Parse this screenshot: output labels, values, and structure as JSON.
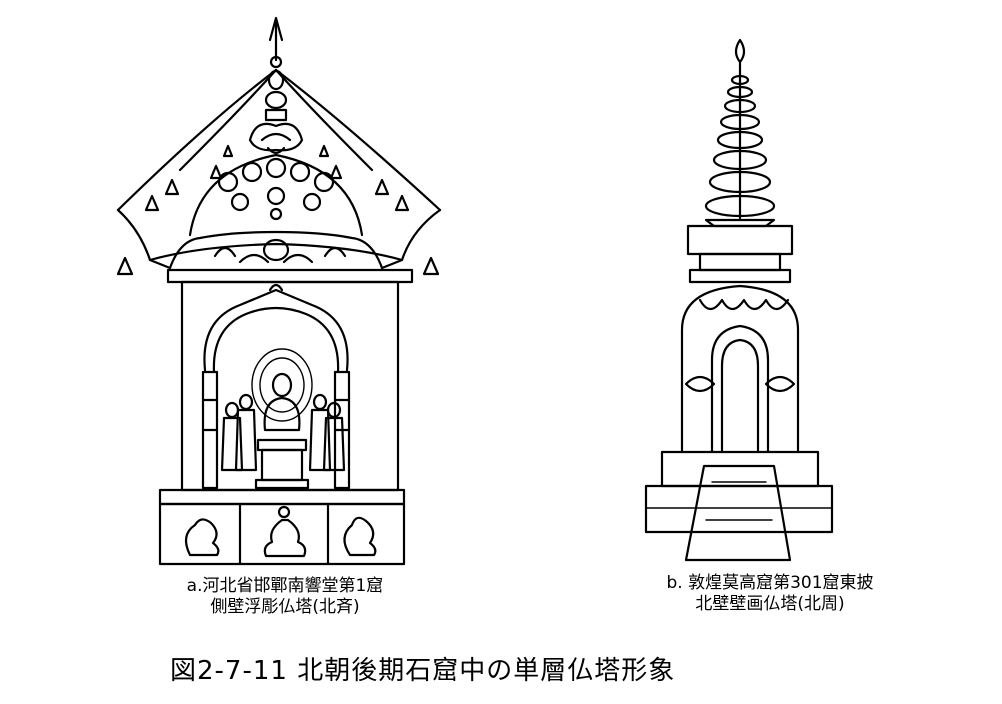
{
  "captions": {
    "a": {
      "line1": "a.河北省邯鄲南響堂第1窟",
      "line2": "側壁浮彫仏塔(北斉)"
    },
    "b": {
      "line1": "b. 敦煌莫高窟第301窟東披",
      "line2": "北壁壁画仏塔(北周)"
    }
  },
  "figure_title": "図2-7-11  北朝後期石窟中の単層仏塔形象"
}
